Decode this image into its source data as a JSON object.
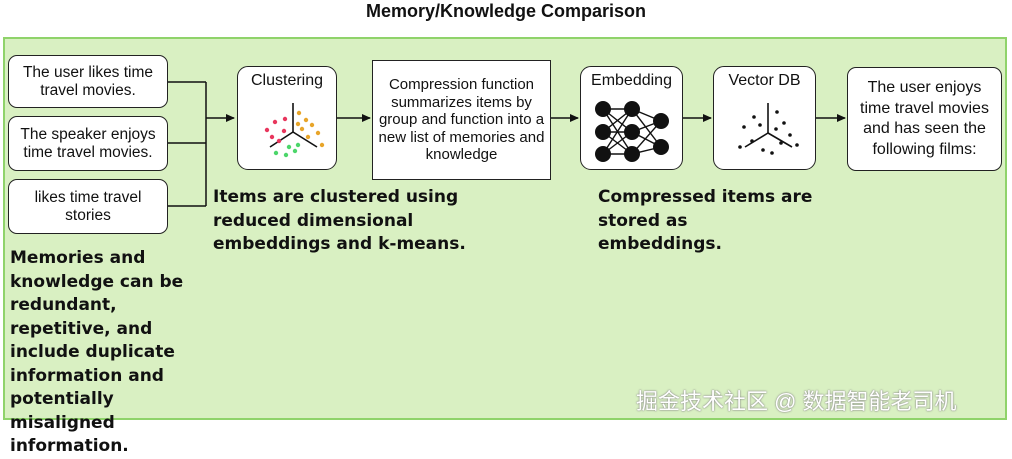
{
  "title": "Memory/Knowledge Comparison",
  "inputs": [
    "The user likes time travel movies.",
    "The speaker enjoys time travel movies.",
    "likes time travel stories"
  ],
  "clustering_label": "Clustering",
  "compression_text": "Compression function summarizes items by group and function into a new list of memories and knowledge",
  "embedding_label": "Embedding",
  "vectordb_label": "Vector DB",
  "output_text": "The user enjoys time travel movies and has seen the following films:",
  "notes": {
    "memories": "Memories and knowledge can be redundant, repetitive, and include duplicate information and potentially misaligned information.",
    "clustered": "Items are clustered using reduced dimensional embeddings and k-means.",
    "compressed": "Compressed items are stored as embeddings."
  },
  "colors": {
    "panel_fill": "#d9f0c2",
    "panel_border": "#8fd36a",
    "cluster_red": "#e8365d",
    "cluster_orange": "#e8a52a",
    "cluster_green": "#4cd66a"
  },
  "watermark": "掘金技术社区 @ 数据智能老司机"
}
